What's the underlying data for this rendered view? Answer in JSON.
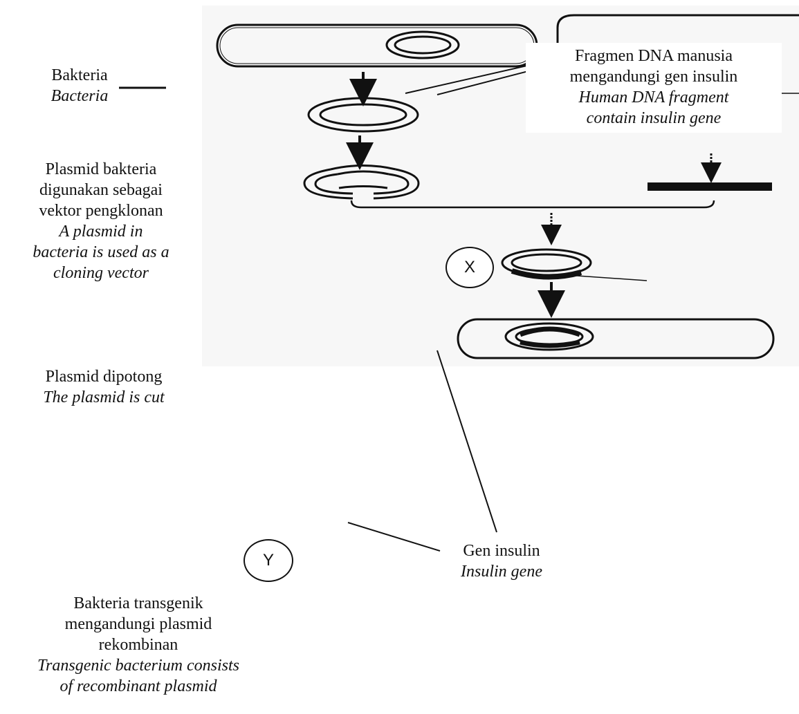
{
  "labels": {
    "bacteria": {
      "ms": "Bakteria",
      "en": "Bacteria"
    },
    "human_dna": {
      "ms_1": "Fragmen DNA  manusia",
      "ms_2": "mengandungi gen insulin",
      "en_1": "Human DNA fragment",
      "en_2": "contain insulin gene"
    },
    "plasmid_vector": {
      "ms_1": "Plasmid bakteria",
      "ms_2": "digunakan sebagai",
      "ms_3": "vektor pengklonan",
      "en_1": "A plasmid in",
      "en_2": "bacteria is used as a",
      "en_3": "cloning vector"
    },
    "plasmid_cut": {
      "ms": "Plasmid dipotong",
      "en": "The plasmid is cut"
    },
    "insulin_gene": {
      "ms": "Gen insulin",
      "en": "Insulin gene"
    },
    "transgenic": {
      "ms_1": "Bakteria transgenik",
      "ms_2": "mengandungi plasmid",
      "ms_3": "rekombinan",
      "en_1": "Transgenic bacterium consists",
      "en_2": "of recombinant plasmid"
    }
  },
  "markers": {
    "x": "X",
    "y": "Y"
  },
  "colors": {
    "ink": "#111111",
    "panel": "#f7f7f7"
  }
}
